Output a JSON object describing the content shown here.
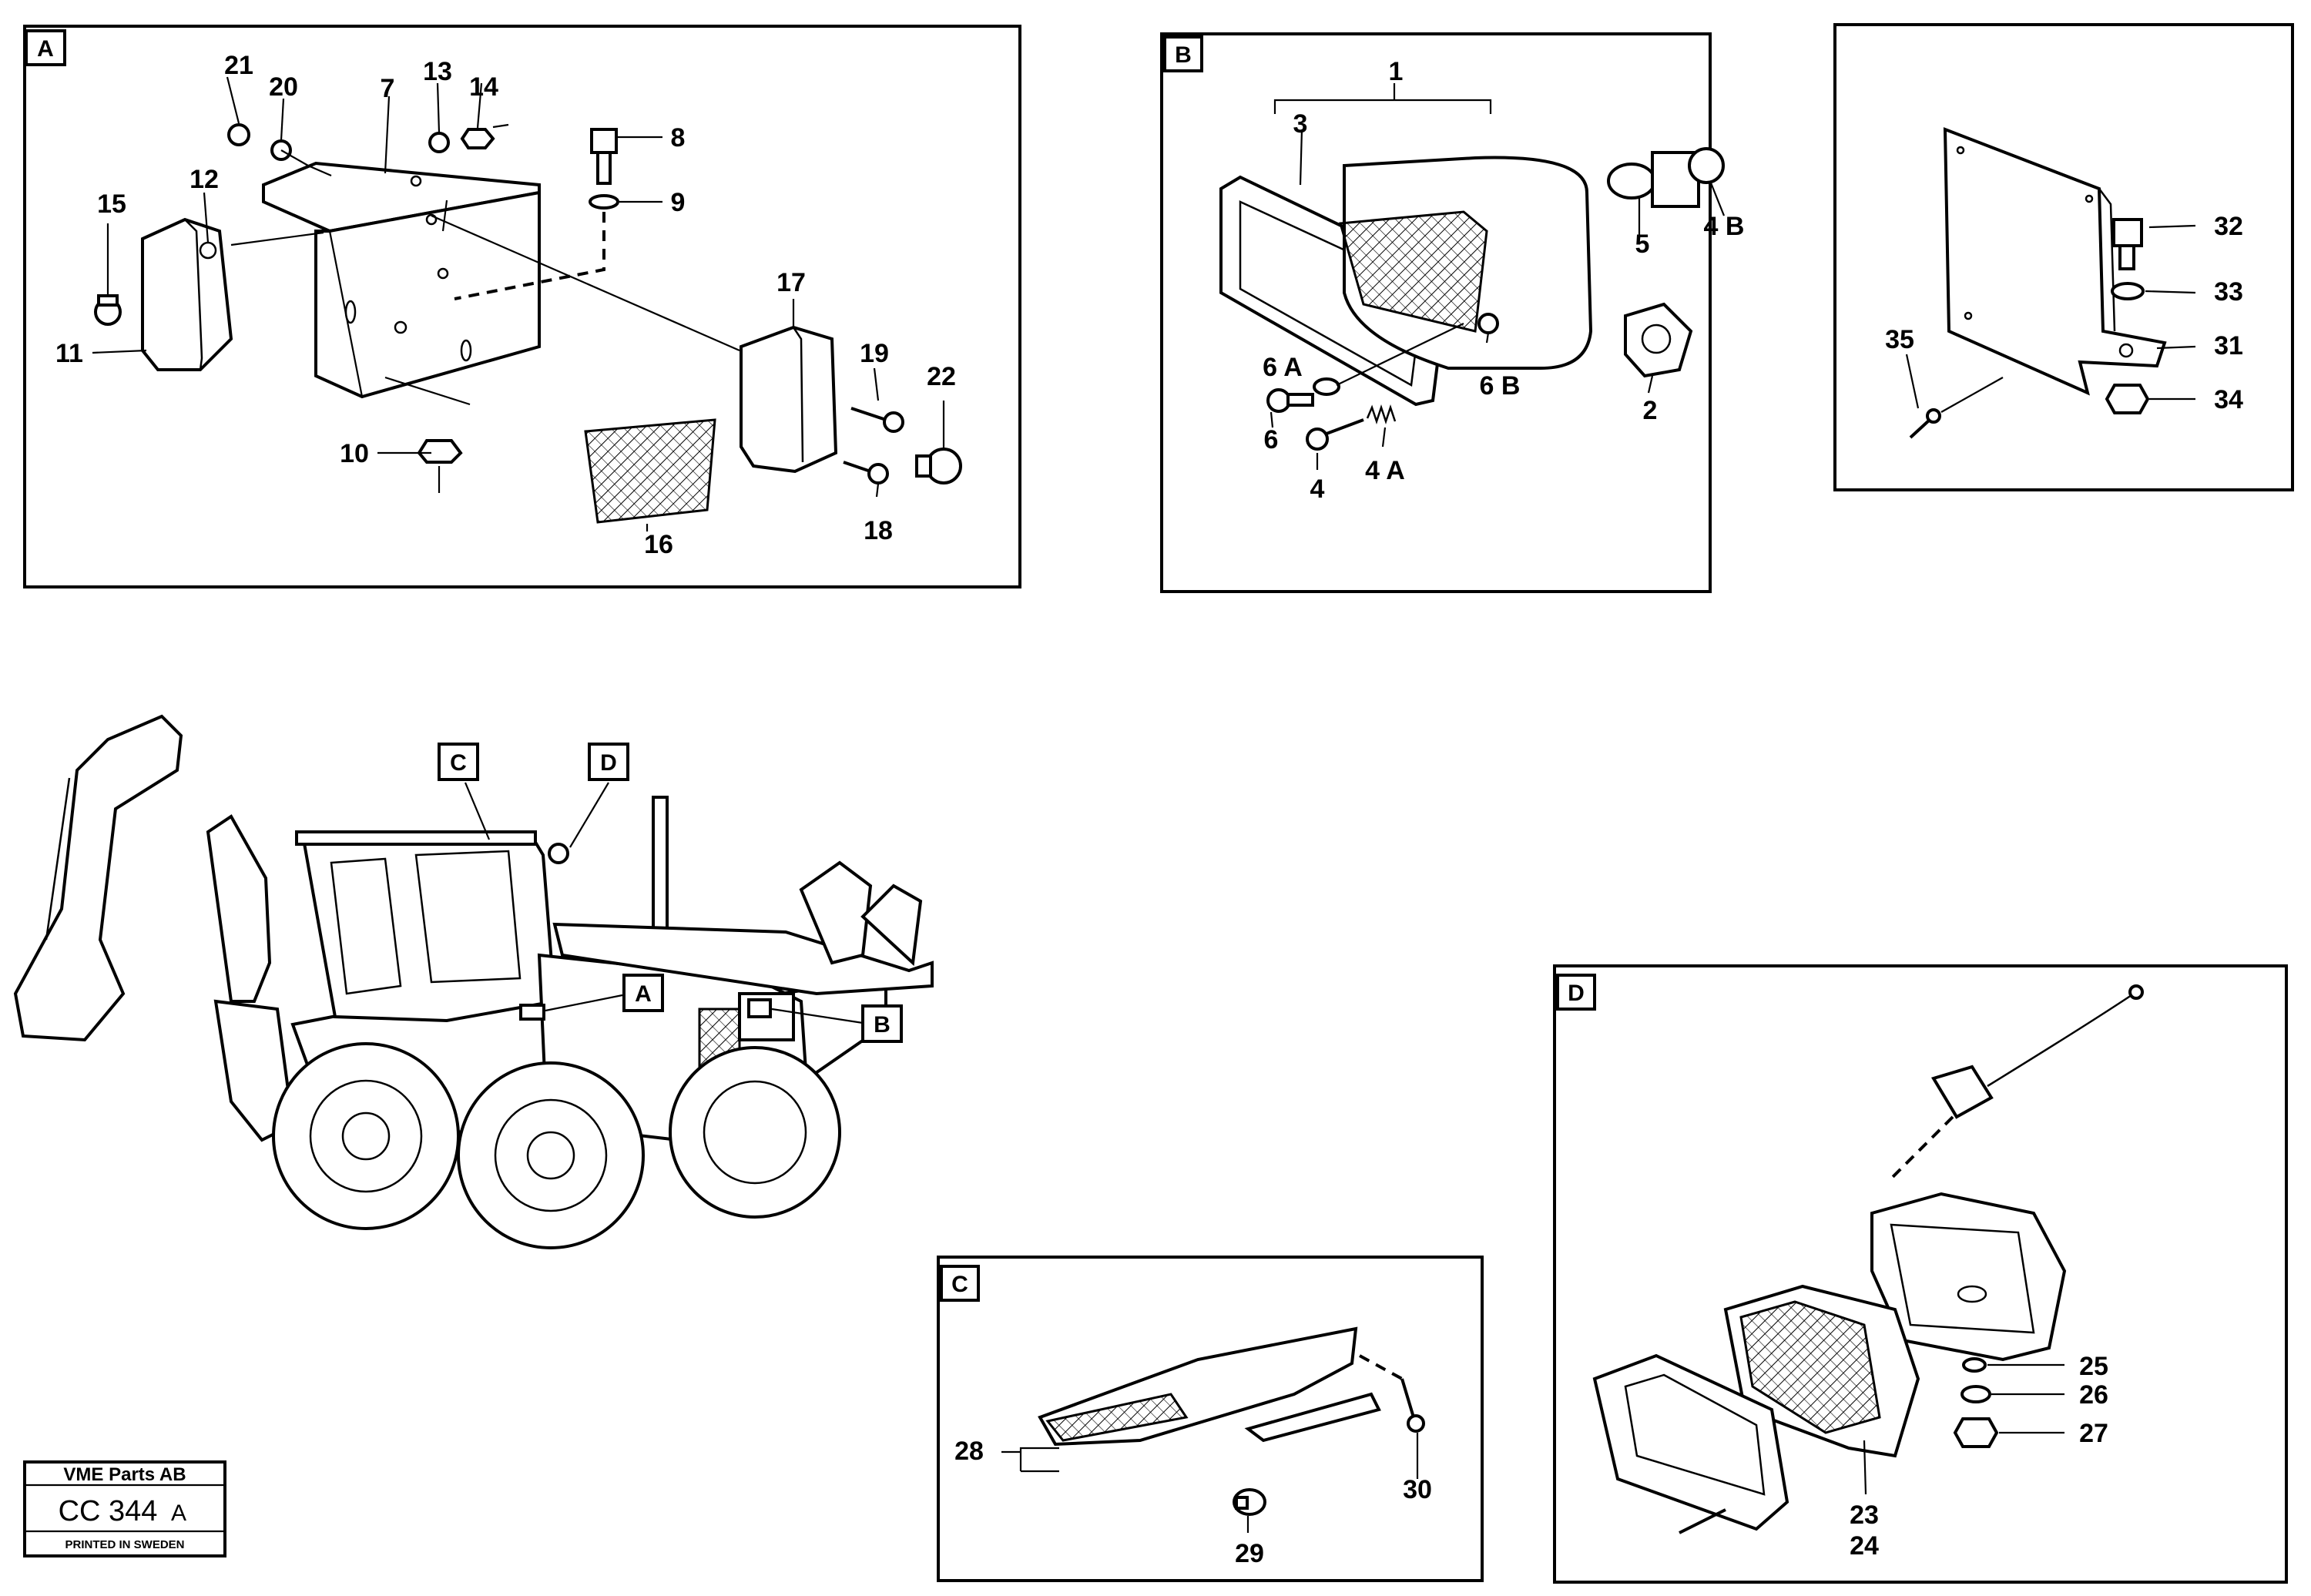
{
  "panels": {
    "A": {
      "tag": "A"
    },
    "B": {
      "tag": "B"
    },
    "C": {
      "tag": "C"
    },
    "D": {
      "tag": "D"
    },
    "E": {
      "tag": ""
    }
  },
  "machine_tags": {
    "a": "A",
    "b": "B",
    "c": "C",
    "d": "D"
  },
  "callouts": {
    "n1": "1",
    "n2": "2",
    "n3": "3",
    "n4": "4",
    "n4a": "4 A",
    "n4b": "4 B",
    "n5": "5",
    "n6": "6",
    "n6a": "6 A",
    "n6b": "6 B",
    "n7": "7",
    "n8": "8",
    "n9": "9",
    "n10": "10",
    "n11": "11",
    "n12": "12",
    "n13": "13",
    "n14": "14",
    "n15": "15",
    "n16": "16",
    "n17": "17",
    "n18": "18",
    "n19": "19",
    "n20": "20",
    "n21": "21",
    "n22": "22",
    "n23": "23",
    "n24": "24",
    "n25": "25",
    "n26": "26",
    "n27": "27",
    "n28": "28",
    "n29": "29",
    "n30": "30",
    "n31": "31",
    "n32": "32",
    "n33": "33",
    "n34": "34",
    "n35": "35"
  },
  "title_block": {
    "company": "VME Parts AB",
    "code_main": "CC 344",
    "code_rev": "A",
    "printed": "PRINTED IN SWEDEN"
  }
}
